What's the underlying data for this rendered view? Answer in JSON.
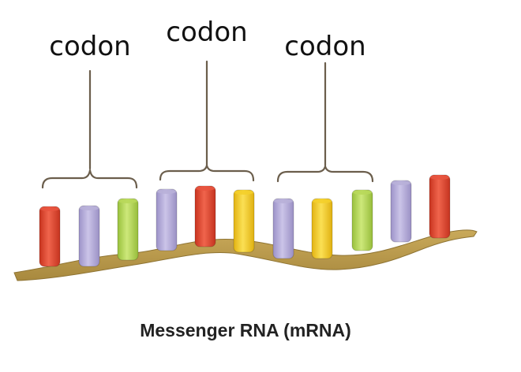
{
  "labels": {
    "codon_1": "codon",
    "codon_2": "codon",
    "codon_3": "codon"
  },
  "caption": "Messenger RNA (mRNA)",
  "colors": {
    "red": "#e8543f",
    "purple": "#b8b0d8",
    "green": "#b8d85a",
    "yellow": "#f4cf2a",
    "backbone": "#b89a4e"
  },
  "nucleotides": [
    "red",
    "purple",
    "green",
    "purple",
    "red",
    "yellow",
    "purple",
    "yellow",
    "green",
    "purple",
    "red"
  ]
}
